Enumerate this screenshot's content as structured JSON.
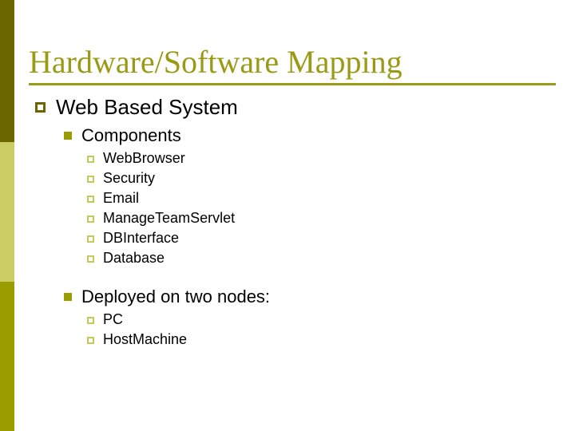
{
  "slide": {
    "title": "Hardware/Software Mapping",
    "colors": {
      "title_text": "#9a9a16",
      "title_rule": "#9a9a16",
      "bar_top": "#6b6700",
      "bar_middle": "#c9cd64",
      "bar_bottom": "#9a9c00",
      "bullet_level1": "#6b6700",
      "bullet_level2": "#9a9c00",
      "bullet_level3": "#c2cb5a",
      "body_text": "#000000",
      "background": "#ffffff"
    },
    "outline": [
      {
        "level": 1,
        "text": "Web Based System",
        "bullet": "hollow-square-bullet",
        "children": [
          {
            "level": 2,
            "text": "Components",
            "bullet": "filled-square-bullet",
            "children": [
              {
                "level": 3,
                "text": "WebBrowser",
                "bullet": "small-hollow-square-bullet"
              },
              {
                "level": 3,
                "text": "Security",
                "bullet": "small-hollow-square-bullet"
              },
              {
                "level": 3,
                "text": "Email",
                "bullet": "small-hollow-square-bullet"
              },
              {
                "level": 3,
                "text": "ManageTeamServlet",
                "bullet": "small-hollow-square-bullet"
              },
              {
                "level": 3,
                "text": "DBInterface",
                "bullet": "small-hollow-square-bullet"
              },
              {
                "level": 3,
                "text": "Database",
                "bullet": "small-hollow-square-bullet"
              }
            ]
          },
          {
            "level": 2,
            "text": "Deployed on two nodes:",
            "bullet": "filled-square-bullet",
            "children": [
              {
                "level": 3,
                "text": "PC",
                "bullet": "small-hollow-square-bullet"
              },
              {
                "level": 3,
                "text": "HostMachine",
                "bullet": "small-hollow-square-bullet"
              }
            ]
          }
        ]
      }
    ]
  }
}
